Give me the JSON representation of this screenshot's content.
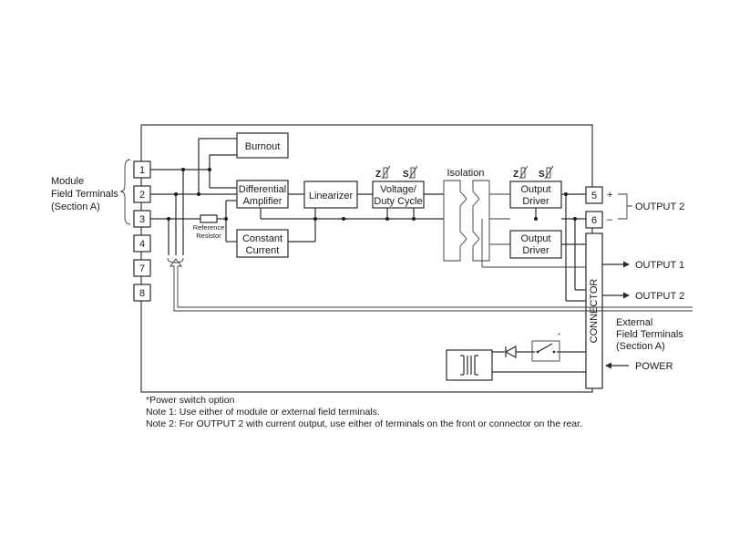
{
  "terminals": [
    "1",
    "2",
    "3",
    "4",
    "7",
    "8"
  ],
  "terminals_out": [
    "5",
    "6"
  ],
  "plus_sign": "+",
  "minus_sign": "–",
  "module_terminals": [
    "Module",
    "Field Terminals",
    "(Section A)"
  ],
  "blocks": {
    "burnout": "Burnout",
    "diff_amp": [
      "Differential",
      "Amplifier"
    ],
    "linearizer": "Linearizer",
    "voltage_duty": [
      "Voltage/",
      "Duty Cycle"
    ],
    "constant_current": [
      "Constant",
      "Current"
    ],
    "output_driver_1": [
      "Output",
      "Driver"
    ],
    "output_driver_2": [
      "Output",
      "Driver"
    ],
    "connector": "CONNECTOR"
  },
  "ref_resistor": [
    "Reference",
    "Resistor"
  ],
  "isolation": "Isolation",
  "adjust": {
    "zero": "Z",
    "span": "S"
  },
  "outputs": {
    "output2_right": "OUTPUT 2",
    "output1": "OUTPUT 1",
    "output2_conn": "OUTPUT 2",
    "power": "POWER"
  },
  "external_terminals": [
    "External",
    "Field Terminals",
    "(Section A)"
  ],
  "asterisk": "*",
  "notes": [
    "*Power switch option",
    "Note 1: Use either of module or external field terminals.",
    "Note 2: For OUTPUT 2 with current output, use either of terminals on the front or connector on the rear."
  ]
}
